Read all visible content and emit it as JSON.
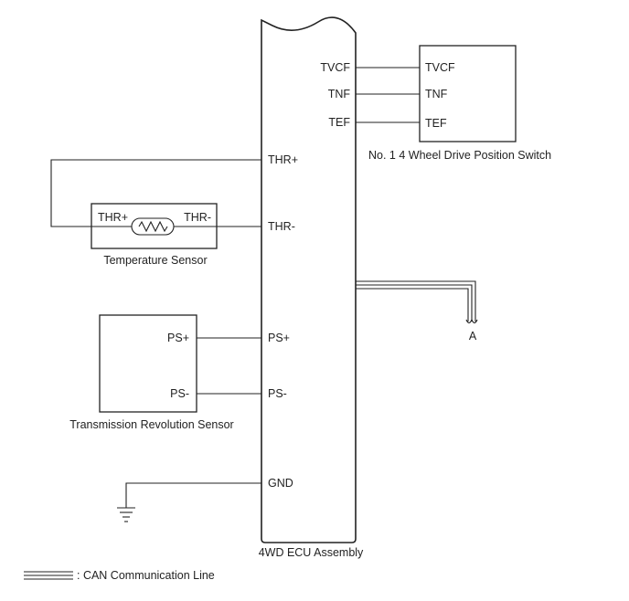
{
  "ecu": {
    "name": "4WD ECU Assembly",
    "pins": {
      "tvcf": "TVCF",
      "tnf": "TNF",
      "tef": "TEF",
      "thr_plus": "THR+",
      "thr_minus": "THR-",
      "ps_plus": "PS+",
      "ps_minus": "PS-",
      "gnd": "GND"
    }
  },
  "position_switch": {
    "name": "No. 1 4 Wheel Drive Position Switch",
    "pins": {
      "tvcf": "TVCF",
      "tnf": "TNF",
      "tef": "TEF"
    }
  },
  "temp_sensor": {
    "name": "Temperature Sensor",
    "pins": {
      "thr_plus": "THR+",
      "thr_minus": "THR-"
    }
  },
  "rev_sensor": {
    "name": "Transmission Revolution Sensor",
    "pins": {
      "ps_plus": "PS+",
      "ps_minus": "PS-"
    }
  },
  "can_connector": {
    "label": "A"
  },
  "legend": {
    "text": ": CAN Communication Line"
  }
}
